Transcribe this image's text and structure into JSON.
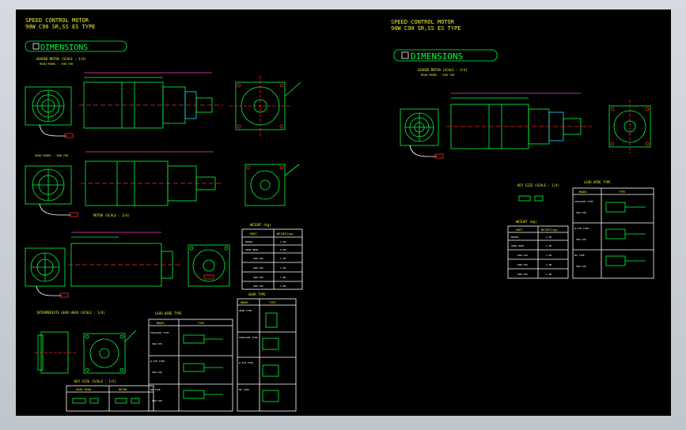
{
  "colors": {
    "bg": "#000000",
    "line": "#00ff3c",
    "yellow": "#f2ee2e",
    "white": "#ffffff",
    "cyan": "#25d6ff",
    "red": "#ff2626",
    "magenta": "#ff3cc8",
    "frame": "#c9ced6"
  },
  "sheet1": {
    "title1": "SPEED CONTROL MOTOR",
    "title2": "90W  C90   SR,SS ES TYPE",
    "section": "DIMENSIONS",
    "note1": "GEARED MOTOR (SCALE : 1/4)",
    "note2": "HEAD MODEL : 5GN  C90",
    "note3": "MOTOR (SCALE : 1/4)",
    "note4": "INTERMEDIATE GEAR HEAD (SCALE : 1/4)",
    "note5": "KEY SIZE (SCALE : 1/4)",
    "table_title": "WEIGHT (kg)",
    "table_h1": "PART",
    "table_h2": "WEIGHT(kg)",
    "table_rows": [
      "MOTOR",
      "GEAR HEAD",
      "5GN C90",
      "5GN C90",
      "5GN C90",
      "5GN C90"
    ],
    "table_vals": [
      "1.60",
      "0.80",
      "1.20",
      "1.60",
      "1.80",
      "1.80"
    ],
    "lead_title": "LEAD WIRE TYPE",
    "lead_h1": "MODEL",
    "lead_h2": "TYPE",
    "lead_rows": [
      "STRAIGHT TYPE",
      "5GN C90",
      "R-STD TYPE",
      "5GN C90",
      "NA TYPE",
      "5GN C90"
    ],
    "lead2_title": "GEAR TYPE",
    "lead2_h1": "MODEL",
    "lead2_h2": "TYPE",
    "lead2_rows": [
      "GEAR TYPE",
      "STRAIGHT TYPE",
      "R-STD TYPE",
      "NA TYPE"
    ],
    "key_h1": "GEAR HEAD",
    "key_h2": "MOTOR"
  },
  "sheet2": {
    "title1": "SPEED CONTROL MOTOR",
    "title2": "90W  C90   SR,SS ES TYPE",
    "section": "DIMENSIONS",
    "note1": "GEARED MOTOR (SCALE : 1/4)",
    "note2": "HEAD MODEL : 5GN  C90",
    "note3": "KEY SIZE (SCALE : 1/4)",
    "weight_title": "WEIGHT (kg)",
    "weight_h1": "PART",
    "weight_h2": "WEIGHT(kg)",
    "weight_rows": [
      "MOTOR",
      "GEAR HEAD",
      "5GN C90",
      "5GN C90",
      "5GN C90"
    ],
    "weight_vals": [
      "2.20",
      "1.60",
      "1.60",
      "1.80",
      "1.80"
    ],
    "lead_title": "LEAD WIRE TYPE",
    "lead_h1": "MODEL",
    "lead_h2": "TYPE",
    "lead_rows": [
      "STRAIGHT TYPE",
      "5GN C90",
      "R-STD TYPE",
      "5GN C90",
      "NA TYPE",
      "5GN C90"
    ]
  }
}
